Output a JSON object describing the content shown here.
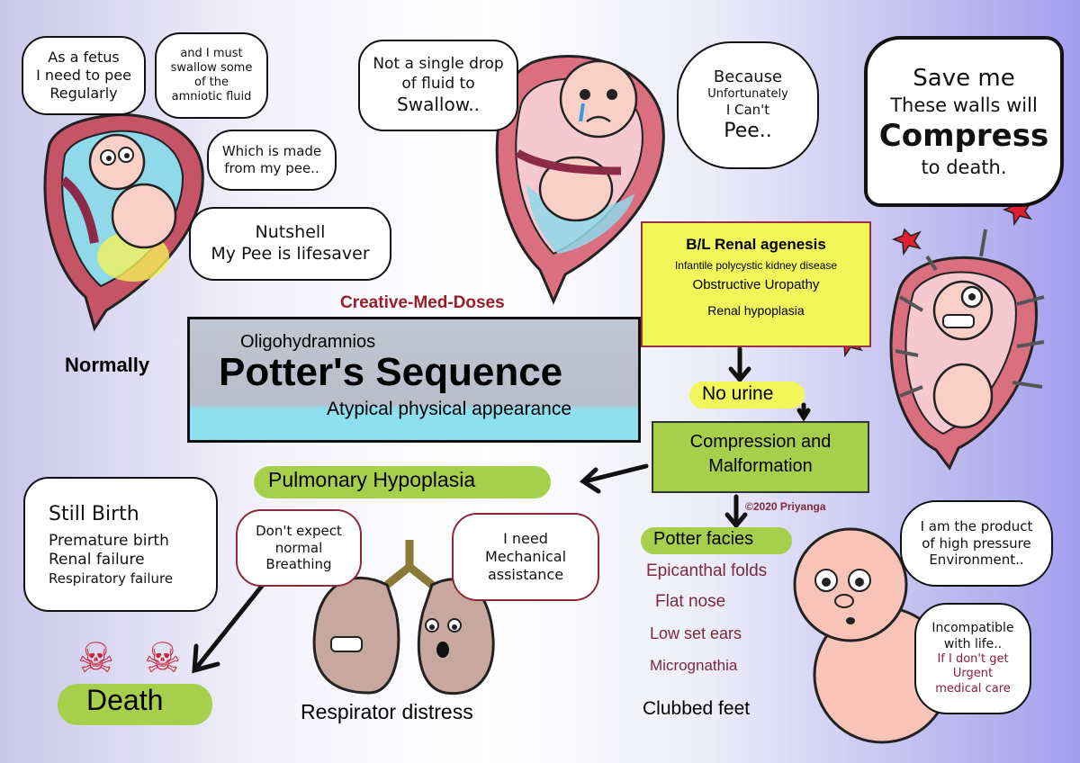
{
  "fetus_normal": {
    "bubble1": [
      "As a fetus",
      "I need to pee",
      "Regularly"
    ],
    "bubble2": [
      "and I must",
      "swallow some",
      "of the",
      "amniotic fluid"
    ],
    "bubble3": [
      "Which is made",
      "from my pee.."
    ],
    "bubble4": [
      "Nutshell",
      "My Pee is lifesaver"
    ],
    "caption": "Normally"
  },
  "fetus_sad": {
    "bubble1": [
      "Not a single drop",
      "of fluid to",
      "Swallow.."
    ],
    "bubble2": [
      "Because",
      "Unfortunately",
      "I Can't",
      "Pee.."
    ]
  },
  "compressed": {
    "shout": [
      "Save me",
      "These walls will",
      "Compress",
      "to death."
    ]
  },
  "title_box": {
    "brand": "Creative-Med-Doses",
    "subtitle_top": "Oligohydramnios",
    "title": "Potter's Sequence",
    "subtitle_bottom": "Atypical physical appearance"
  },
  "causes": {
    "heading": "B/L Renal agenesis",
    "items": [
      "Infantile polycystic kidney disease",
      "Obstructive Uropathy",
      "Renal hypoplasia"
    ]
  },
  "flow": {
    "no_urine": "No urine",
    "compression": [
      "Compression and",
      "Malformation"
    ],
    "copyright": "©2020 Priyanga",
    "pulmonary": "Pulmonary Hypoplasia",
    "potter_facies": "Potter facies",
    "facies_items": [
      "Epicanthal folds",
      "Flat nose",
      "Low set ears",
      "Micrognathia"
    ],
    "clubbed": "Clubbed feet"
  },
  "outcomes": {
    "items": [
      "Still Birth",
      "Premature birth",
      "Renal failure",
      "Respiratory failure"
    ],
    "death": "Death",
    "skull": "☠"
  },
  "lungs": {
    "bubble1": [
      "Don't expect",
      "normal",
      "Breathing"
    ],
    "bubble2": [
      "I need",
      "Mechanical",
      "assistance"
    ],
    "caption": "Respirator distress"
  },
  "baby": {
    "bubble1": [
      "I am the product",
      "of high pressure",
      "Environment.."
    ],
    "bubble2": [
      "Incompatible",
      "with life.."
    ],
    "bubble2_red": [
      "If I don't get",
      "Urgent",
      "medical care"
    ]
  },
  "colors": {
    "green": "#a6d04b",
    "yellow": "#f1f65a",
    "maroon": "#7a2a3a",
    "uterus": "#d96f7f",
    "fluid": "#8fd9ea"
  }
}
